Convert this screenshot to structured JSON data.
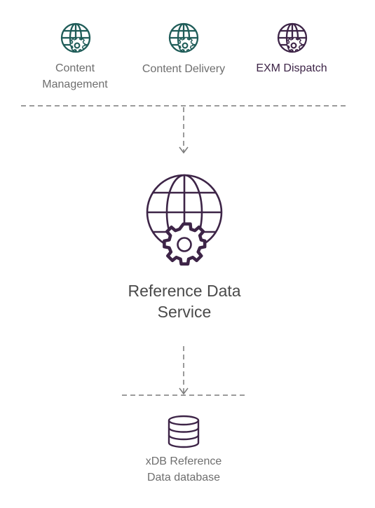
{
  "colors": {
    "teal": "#1f5c58",
    "purple": "#3d2447",
    "gray_text": "#6e6e6e",
    "dash": "#7a7a7a"
  },
  "sources": [
    {
      "line1": "Content",
      "line2": "Management",
      "icon": "globe-gear-icon",
      "color": "#1f5c58"
    },
    {
      "line1": "Content Delivery",
      "line2": "",
      "icon": "globe-gear-icon",
      "color": "#1f5c58"
    },
    {
      "line1": "EXM Dispatch",
      "line2": "",
      "icon": "globe-gear-icon",
      "color": "#3d2447"
    }
  ],
  "service": {
    "line1": "Reference Data",
    "line2": "Service",
    "icon": "globe-gear-icon"
  },
  "database": {
    "line1": "xDB Reference",
    "line2": "Data database",
    "icon": "database-icon"
  }
}
